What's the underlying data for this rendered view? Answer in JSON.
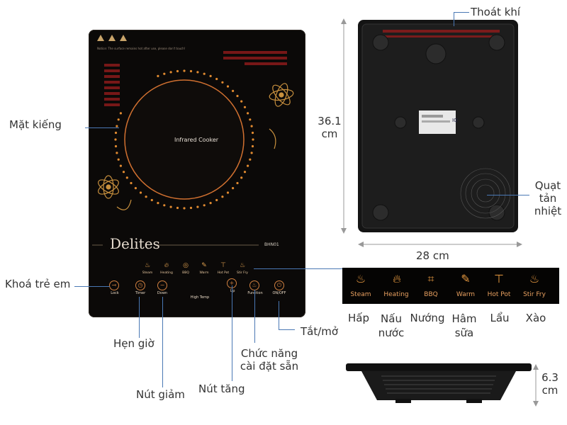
{
  "labels": {
    "glass": "Mặt kiếng",
    "child_lock": "Khoá trẻ em",
    "timer": "Hẹn giờ",
    "down": "Nút giảm",
    "up": "Nút tăng",
    "preset_line1": "Chức năng",
    "preset_line2": "cài đặt sẵn",
    "power": "Tắt/mở",
    "vent": "Thoát khí",
    "fan_line1": "Quạt",
    "fan_line2": "tản",
    "fan_line3": "nhiệt"
  },
  "dimensions": {
    "length_value": "36.1",
    "length_unit": "cm",
    "width": "28 cm",
    "height_value": "6.3",
    "height_unit": "cm"
  },
  "cooker": {
    "notice": "Notice: The surface remains hot after use, please don't touch!",
    "center_text": "Infrared Cooker",
    "brand": "Delites",
    "model": "BHN01",
    "high_temp": "High Temp",
    "functions": [
      "Steam",
      "Heating",
      "BBQ",
      "Warm",
      "Hot Pot",
      "Stir Fry"
    ],
    "buttons": [
      "Lock",
      "Timer",
      "Down",
      "Up",
      "Function",
      "ON/OFF"
    ]
  },
  "strip": {
    "functions": [
      "Steam",
      "Heating",
      "BBQ",
      "Warm",
      "Hot Pot",
      "Stir Fry"
    ]
  },
  "function_names_vi": [
    "Hấp",
    "Nấu\nnước",
    "Nướng",
    "Hâm\nsữa",
    "Lẩu",
    "Xào"
  ],
  "underside": {
    "sticker": "IQ"
  },
  "colors": {
    "accent": "#e89a40",
    "pointer_line": "#4a78b4",
    "glass": "#0b0908"
  }
}
